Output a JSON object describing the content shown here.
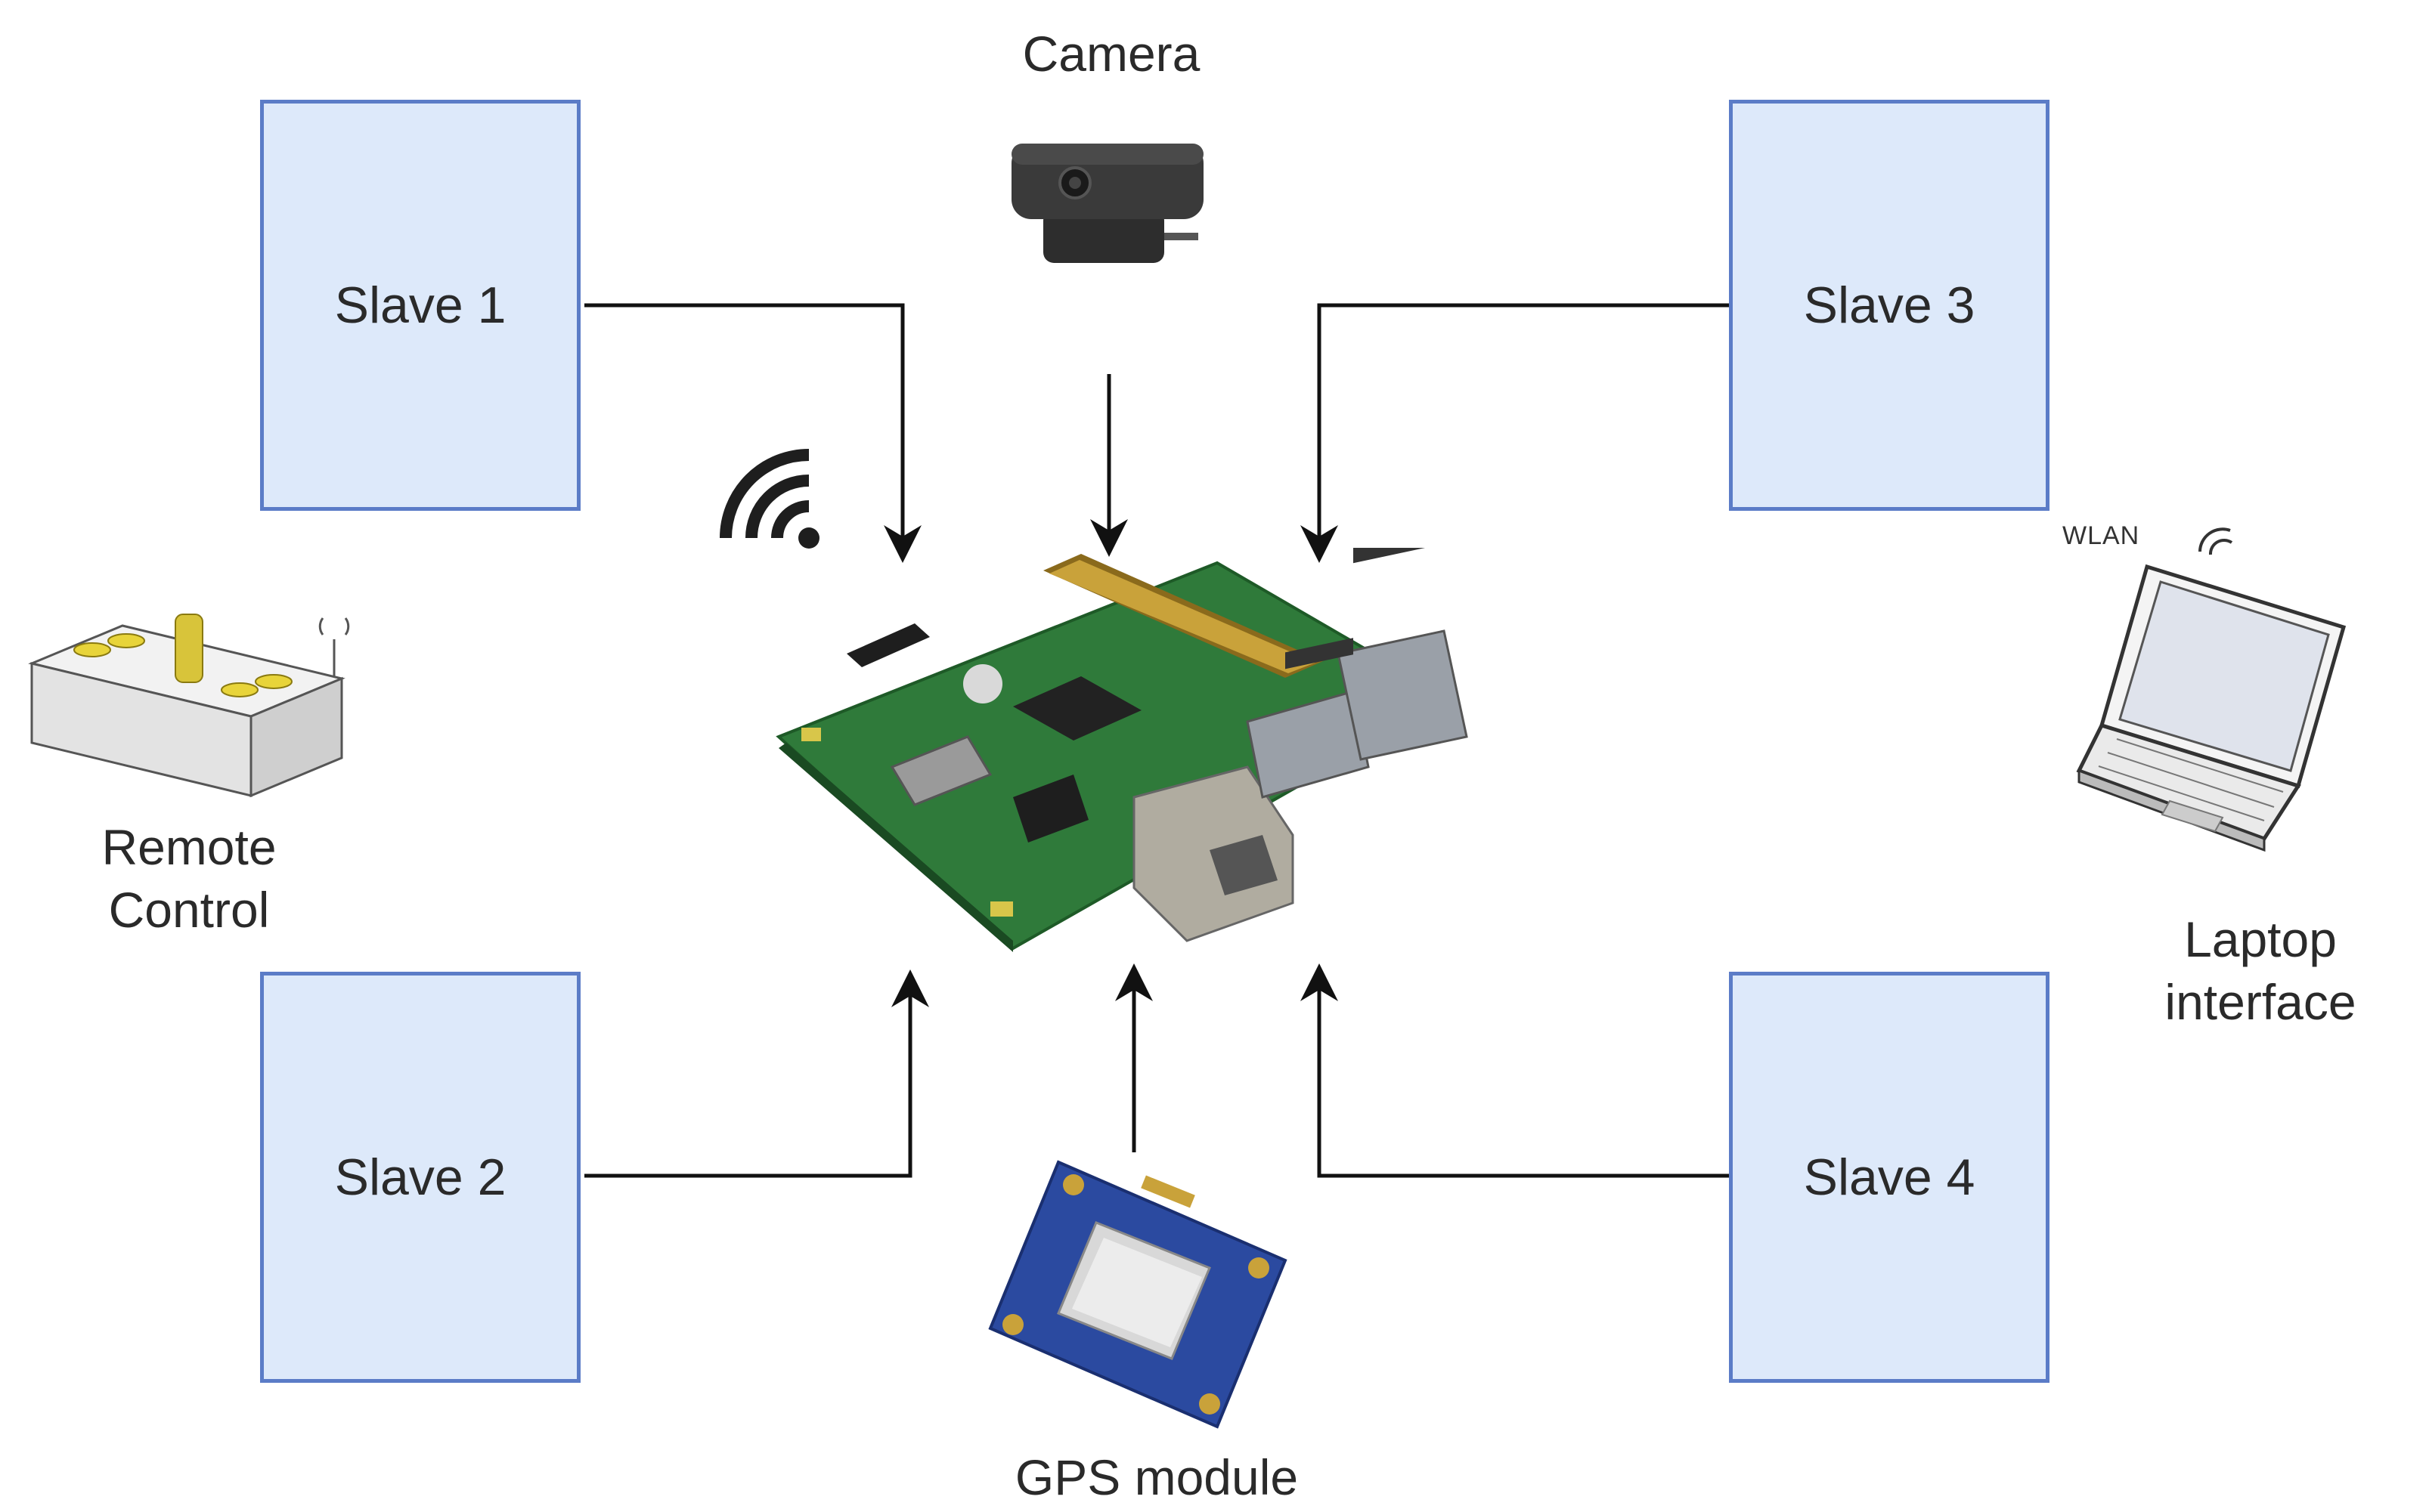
{
  "slaves": [
    {
      "label": "Slave 1"
    },
    {
      "label": "Slave 2"
    },
    {
      "label": "Slave 3"
    },
    {
      "label": "Slave 4"
    }
  ],
  "devices": {
    "camera": "Camera",
    "gps": "GPS module",
    "remote": {
      "line1": "Remote",
      "line2": "Control"
    },
    "laptop": {
      "line1": "Laptop",
      "line2": "interface"
    },
    "wlan": "WLAN"
  },
  "colors": {
    "slave_fill": "#dde9fa",
    "slave_border": "#5b7cc7",
    "connector": "#111111",
    "pcb": "#2f7a3a",
    "gps_board": "#2b4aa0"
  }
}
